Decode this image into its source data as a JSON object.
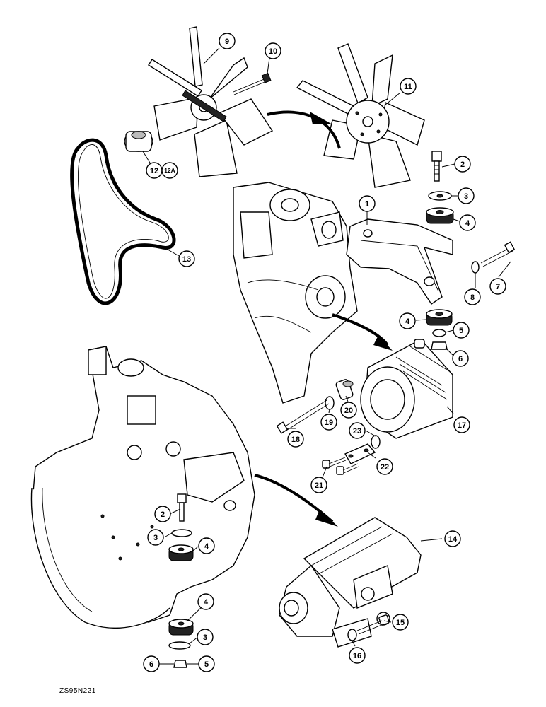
{
  "reference_code": "ZS95N221",
  "callouts": [
    {
      "id": "c9",
      "label": "9"
    },
    {
      "id": "c10",
      "label": "10"
    },
    {
      "id": "c11",
      "label": "11"
    },
    {
      "id": "c12",
      "label": "12"
    },
    {
      "id": "c12a",
      "label": "12A"
    },
    {
      "id": "c13",
      "label": "13"
    },
    {
      "id": "c2a",
      "label": "2"
    },
    {
      "id": "c3a",
      "label": "3"
    },
    {
      "id": "c4a",
      "label": "4"
    },
    {
      "id": "c1",
      "label": "1"
    },
    {
      "id": "c7",
      "label": "7"
    },
    {
      "id": "c8",
      "label": "8"
    },
    {
      "id": "c4b",
      "label": "4"
    },
    {
      "id": "c5a",
      "label": "5"
    },
    {
      "id": "c6a",
      "label": "6"
    },
    {
      "id": "c20",
      "label": "20"
    },
    {
      "id": "c19",
      "label": "19"
    },
    {
      "id": "c18",
      "label": "18"
    },
    {
      "id": "c17",
      "label": "17"
    },
    {
      "id": "c23",
      "label": "23"
    },
    {
      "id": "c22",
      "label": "22"
    },
    {
      "id": "c21",
      "label": "21"
    },
    {
      "id": "c2b",
      "label": "2"
    },
    {
      "id": "c3b",
      "label": "3"
    },
    {
      "id": "c4c",
      "label": "4"
    },
    {
      "id": "c14",
      "label": "14"
    },
    {
      "id": "c4d",
      "label": "4"
    },
    {
      "id": "c3c",
      "label": "3"
    },
    {
      "id": "c6b",
      "label": "6"
    },
    {
      "id": "c5b",
      "label": "5"
    },
    {
      "id": "c15",
      "label": "15"
    },
    {
      "id": "c16",
      "label": "16"
    }
  ]
}
